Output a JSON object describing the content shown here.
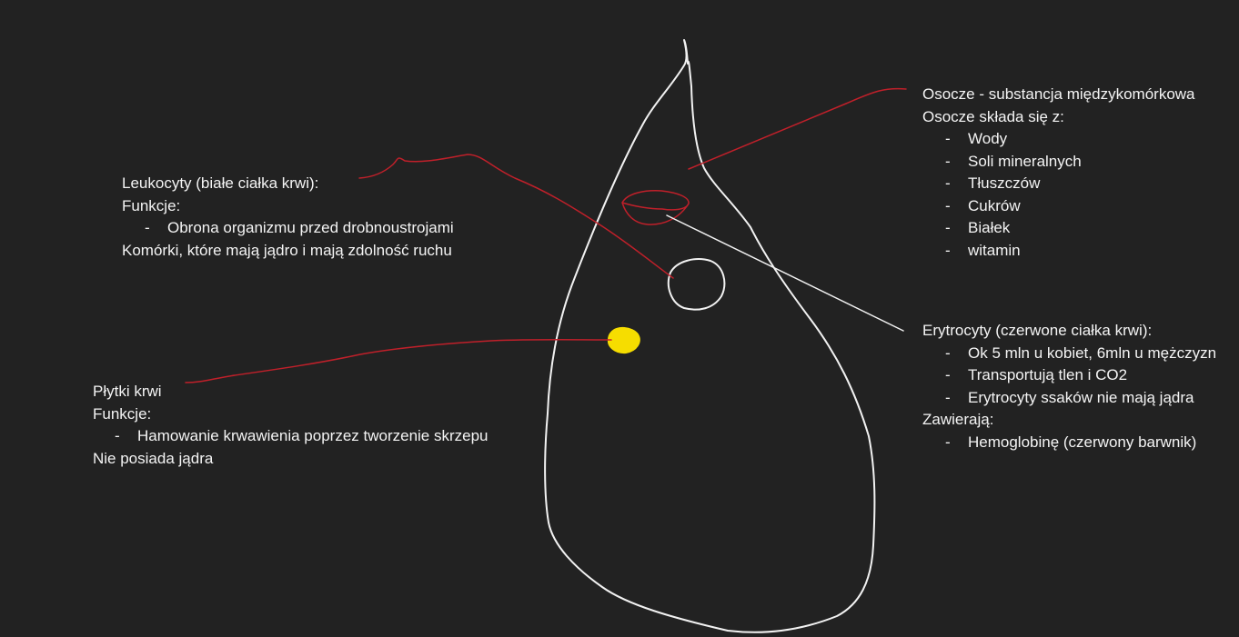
{
  "colors": {
    "background": "#222222",
    "text": "#f4f4f4",
    "outline": "#f2f2f2",
    "pointer_red": "#c0202a",
    "platelet": "#f6dd00"
  },
  "plasma": {
    "title": "Osocze - substancja międzykomórkowa",
    "subtitle": "Osocze składa się z:",
    "items": [
      "Wody",
      "Soli mineralnych",
      "Tłuszczów",
      "Cukrów",
      "Białek",
      "witamin"
    ]
  },
  "leukocytes": {
    "title": "Leukocyty (białe ciałka krwi):",
    "functions_label": "Funkcje:",
    "items": [
      "Obrona organizmu przed drobnoustrojami"
    ],
    "note": "Komórki, które mają jądro i mają zdolność ruchu"
  },
  "erythrocytes": {
    "title": "Erytrocyty (czerwone ciałka krwi):",
    "items": [
      "Ok 5 mln u kobiet, 6mln u mężczyzn",
      "Transportują tlen i CO2",
      "Erytrocyty ssaków nie mają jądra"
    ],
    "contains_label": "Zawierają:",
    "contains_items": [
      "Hemoglobinę (czerwony barwnik)"
    ]
  },
  "platelets": {
    "title": "Płytki krwi",
    "functions_label": "Funkcje:",
    "items": [
      "Hamowanie krwawienia poprzez tworzenie skrzepu"
    ],
    "note": "Nie posiada jądra"
  }
}
